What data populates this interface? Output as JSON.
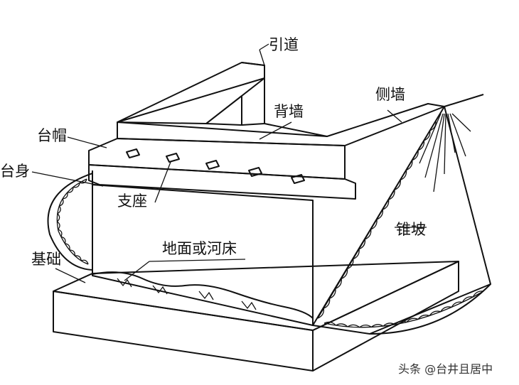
{
  "labels": {
    "approach": "引道",
    "back_wall": "背墙",
    "side_wall": "侧墙",
    "cap": "台帽",
    "body": "台身",
    "bearing": "支座",
    "slope": "锥坡",
    "foundation": "基础",
    "ground": "地面或河床"
  },
  "watermark": "头条 @台井且居中",
  "colors": {
    "line": "#111111",
    "background": "#ffffff"
  }
}
